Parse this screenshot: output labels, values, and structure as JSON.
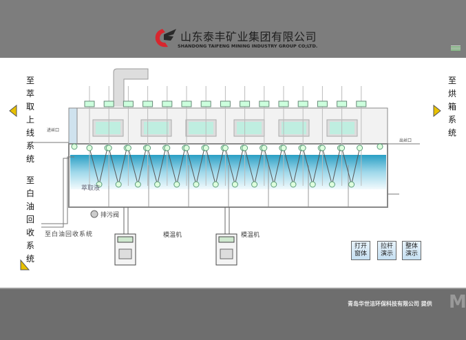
{
  "header": {
    "company_cn": "山东泰丰矿业集团有限公司",
    "company_en": "SHANDONG TAIFENG MINING INDUSTRY GROUP CO;LTD."
  },
  "left": {
    "to_extraction": "至萃取上线系统",
    "to_oil_recovery": "至白油回收系统"
  },
  "right": {
    "to_oven": "至烘箱系统"
  },
  "labels": {
    "inlet": "进丝口",
    "outlet": "出丝口",
    "extract_liquid": "萃取液",
    "drain_valve": "排污阀",
    "oil_recovery_line": "至白油回收系统",
    "mold_temp_1": "模温机",
    "mold_temp_2": "模温机"
  },
  "buttons": [
    {
      "label": "打开窗体"
    },
    {
      "label": "拉杆演示"
    },
    {
      "label": "整体演示"
    }
  ],
  "footer": {
    "provider": "青岛华世洁环保科技有限公司 提供",
    "logo_letter": "M"
  },
  "colors": {
    "water": "#3aaccc",
    "frame": "#888888",
    "roller": "#5a9a7a"
  }
}
